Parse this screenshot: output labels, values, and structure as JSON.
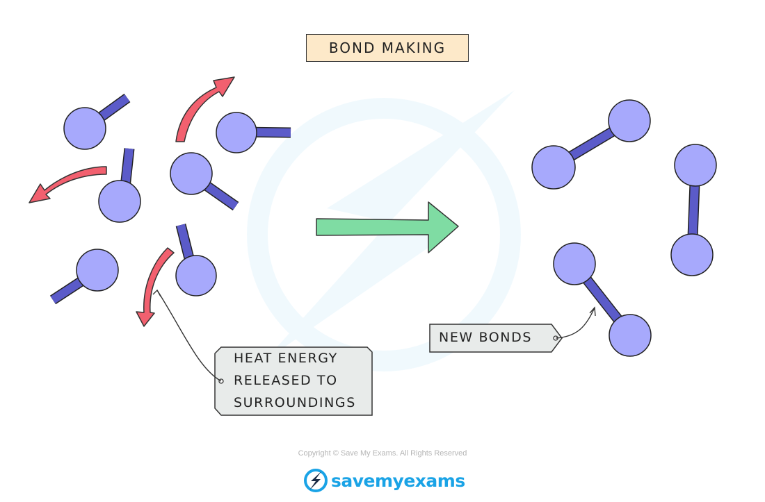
{
  "title": "BOND MAKING",
  "labels": {
    "heat_lines": [
      "HEAT ENERGY",
      "RELEASED TO",
      "SURROUNDINGS"
    ],
    "new_bonds": "NEW BONDS"
  },
  "footer": {
    "copyright": "Copyright © Save My Exams. All Rights Reserved",
    "brand": "savemyexams"
  },
  "colors": {
    "atom": "#a7a9fc",
    "bond": "#5b5bc9",
    "heat_arrow": "#f2606f",
    "reaction_arrow": "#7fdca3",
    "label_box": "#e8ebea",
    "title_box": "#fde9c9",
    "brand": "#1aa3e6"
  },
  "icons": [
    "lightning-logo-icon"
  ]
}
